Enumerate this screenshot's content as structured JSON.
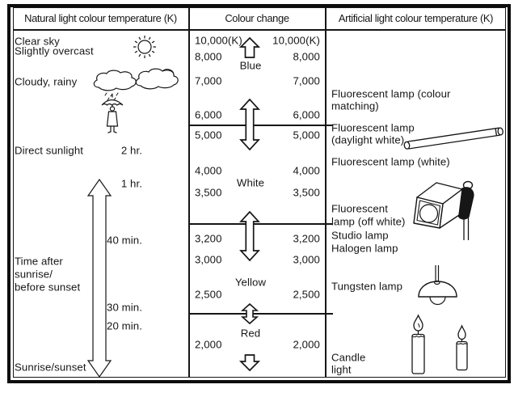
{
  "headers": {
    "natural": "Natural light colour temperature (K)",
    "colour_change": "Colour change",
    "artificial": "Artificial light colour temperature (K)"
  },
  "natural": {
    "clear_sky": "Clear sky",
    "slightly_overcast": "Slightly overcast",
    "cloudy_rainy": "Cloudy, rainy",
    "direct_sunlight": "Direct sunlight",
    "time_after": [
      "Time after",
      "sunrise/",
      "before sunset"
    ],
    "sunrise_sunset": "Sunrise/sunset",
    "times": [
      "2 hr.",
      "1 hr.",
      "40 min.",
      "30 min.",
      "20 min."
    ]
  },
  "scale": {
    "rows": [
      {
        "left": "10,000(K)",
        "right": "10,000(K)"
      },
      {
        "left": "8,000",
        "right": "8,000"
      },
      {
        "left": "7,000",
        "right": "7,000"
      },
      {
        "left": "6,000",
        "right": "6,000"
      },
      {
        "left": "5,000",
        "right": "5,000"
      },
      {
        "left": "4,000",
        "right": "4,000"
      },
      {
        "left": "3,500",
        "right": "3,500"
      },
      {
        "left": "3,200",
        "right": "3,200"
      },
      {
        "left": "3,000",
        "right": "3,000"
      },
      {
        "left": "2,500",
        "right": "2,500"
      },
      {
        "left": "2,000",
        "right": "2,000"
      }
    ],
    "colour_zones": {
      "blue": "Blue",
      "white": "White",
      "yellow": "Yellow",
      "red": "Red"
    }
  },
  "artificial": {
    "colour_matching": [
      "Fluorescent lamp (colour",
      "matching)"
    ],
    "daylight_white": [
      "Fluorescent lamp",
      "(daylight white)"
    ],
    "white_lamp": "Fluorescent lamp (white)",
    "off_white_group": [
      "Fluorescent",
      "lamp (off white)",
      "Studio lamp",
      "Halogen lamp"
    ],
    "tungsten": "Tungsten lamp",
    "candle": [
      "Candle",
      "light"
    ]
  },
  "icons": {
    "sun": "sun-icon",
    "rain_cloud": "rain-cloud-person-icon",
    "time_range_arrow": "time-range-arrow",
    "up_arrow": "up-arrow-icon",
    "double_arrow": "double-arrow-icon",
    "down_arrow": "down-arrow-icon",
    "fluorescent_tube": "fluorescent-tube-icon",
    "studio_lamp": "studio-lamp-icon",
    "tungsten_lamp": "tungsten-pendant-icon",
    "candles": "candles-icon"
  },
  "colors": {
    "ink": "#161616",
    "paper": "#ffffff"
  }
}
